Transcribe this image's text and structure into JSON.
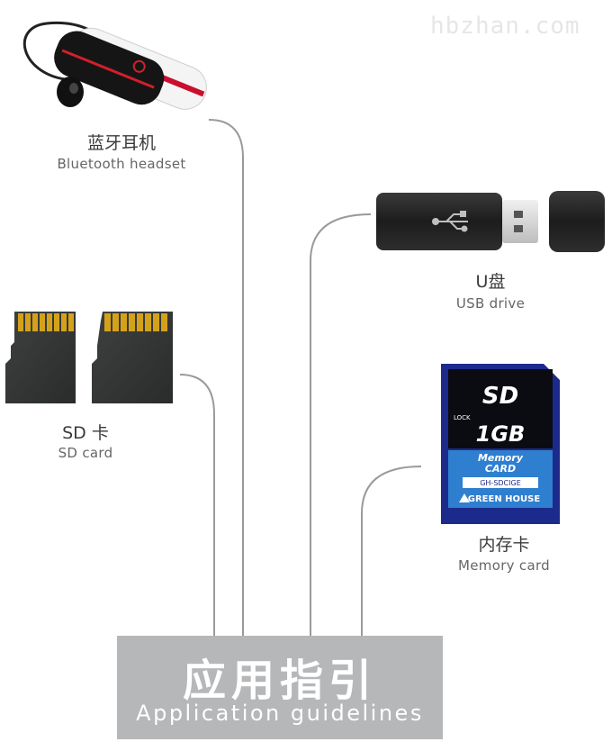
{
  "watermark": "hbzhan.com",
  "items": {
    "headset": {
      "cn": "蓝牙耳机",
      "en": "Bluetooth headset"
    },
    "usb": {
      "cn": "U盘",
      "en": "USB drive",
      "icon": "usb-trident-icon"
    },
    "sd": {
      "cn": "SD 卡",
      "en": "SD card"
    },
    "memory": {
      "cn": "内存卡",
      "en": "Memory card",
      "card_logo": "SD",
      "card_lock": "LOCK",
      "card_capacity": "1GB",
      "card_brand_line1": "Memory",
      "card_brand_line2": "CARD",
      "card_model": "GH-SDCIGE",
      "card_maker": "GREEN HOUSE"
    }
  },
  "banner": {
    "cn": "应用指引",
    "en": "Application guidelines"
  },
  "colors": {
    "line": "#9a9a9a",
    "banner_bg": "#b5b7b9",
    "card_blue": "#1c2a8c"
  }
}
